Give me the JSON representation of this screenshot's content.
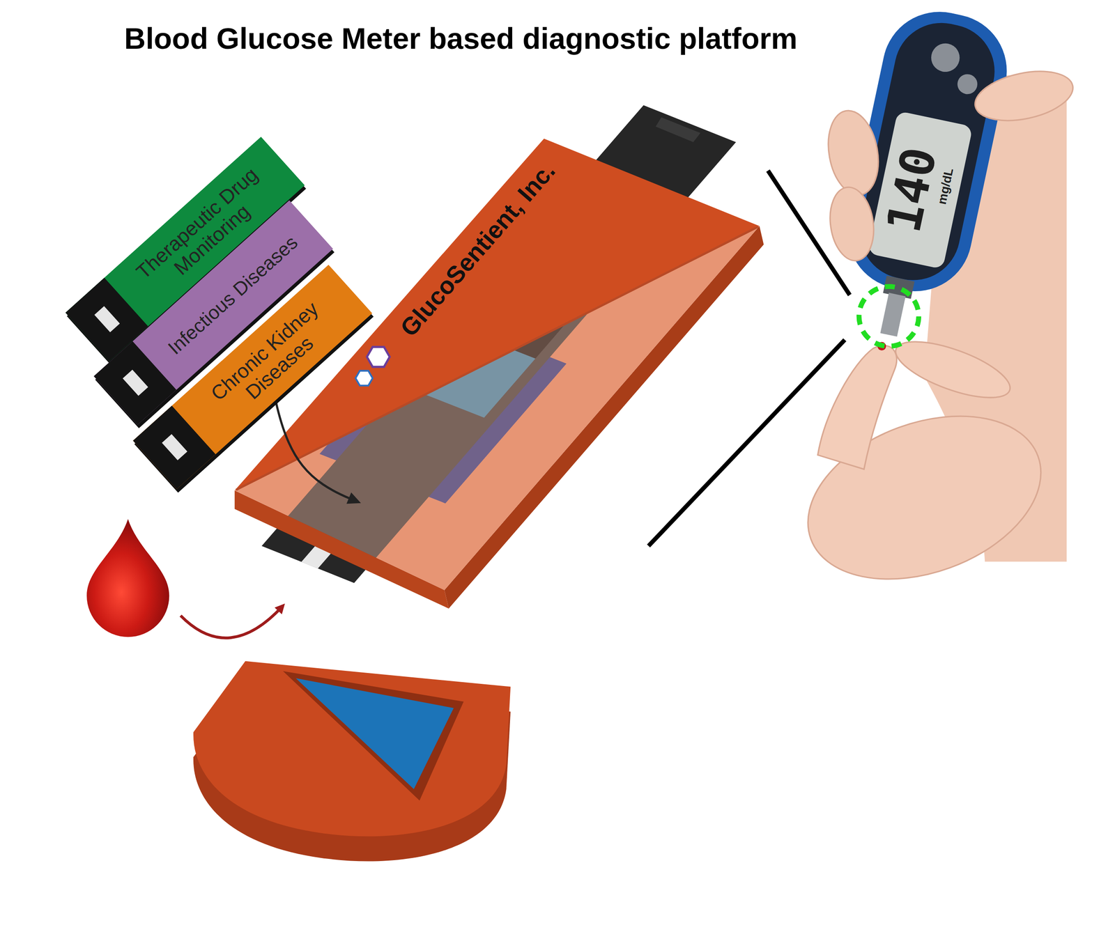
{
  "diagram": {
    "title": "Blood Glucose Meter based diagnostic platform",
    "nodes": [
      {
        "text": [
          "Therapeutic Drug Monitoring"
        ]
      },
      {
        "text": [
          "Infectious Diseases"
        ]
      },
      {
        "text": [
          "Chronic Kidney Diseases"
        ]
      },
      {
        "text": [
          "GlucoSentient, Inc."
        ]
      }
    ],
    "edges": [
      {
        "from": 2,
        "to": 3,
        "arrow": "to"
      }
    ],
    "labels": [
      "140",
      "mg/dL"
    ]
  }
}
